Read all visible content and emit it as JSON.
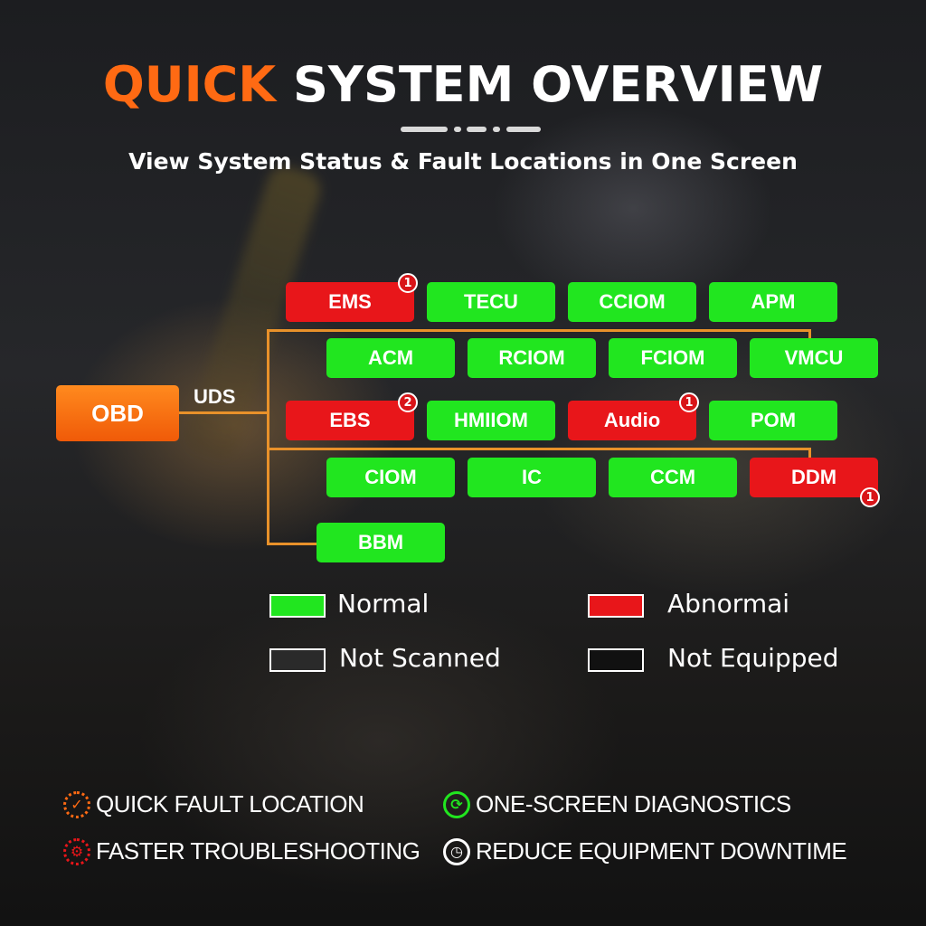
{
  "header": {
    "title_accent": "QUICK",
    "title_rest": " SYSTEM OVERVIEW",
    "subtitle": "View System Status & Fault Locations in One Screen"
  },
  "diagram": {
    "root": "OBD",
    "protocol": "UDS",
    "modules": [
      {
        "label": "EMS",
        "status": "abnormal",
        "faults": "1"
      },
      {
        "label": "TECU",
        "status": "normal"
      },
      {
        "label": "CCIOM",
        "status": "normal"
      },
      {
        "label": "APM",
        "status": "normal"
      },
      {
        "label": "ACM",
        "status": "normal"
      },
      {
        "label": "RCIOM",
        "status": "normal"
      },
      {
        "label": "FCIOM",
        "status": "normal"
      },
      {
        "label": "VMCU",
        "status": "normal"
      },
      {
        "label": "EBS",
        "status": "abnormal",
        "faults": "2"
      },
      {
        "label": "HMIIOM",
        "status": "normal"
      },
      {
        "label": "Audio",
        "status": "abnormal",
        "faults": "1"
      },
      {
        "label": "POM",
        "status": "normal"
      },
      {
        "label": "CIOM",
        "status": "normal"
      },
      {
        "label": "IC",
        "status": "normal"
      },
      {
        "label": "CCM",
        "status": "normal"
      },
      {
        "label": "DDM",
        "status": "abnormal",
        "faults": "1"
      },
      {
        "label": "BBM",
        "status": "normal"
      }
    ]
  },
  "legend": {
    "normal": {
      "label": "Normal",
      "color": "#21e61f"
    },
    "abnormal": {
      "label": "Abnormai",
      "color": "#e8161a"
    },
    "not_scanned": {
      "label": "Not Scanned",
      "color": "#2a2a2a"
    },
    "not_equipped": {
      "label": "Not Equipped",
      "color": "#111111"
    }
  },
  "features": [
    {
      "label": "QUICK FAULT LOCATION",
      "icon": "gear-check-icon",
      "color": "#ff6a13"
    },
    {
      "label": "ONE-SCREEN DIAGNOSTICS",
      "icon": "cycle-icon",
      "color": "#21e61f"
    },
    {
      "label": "FASTER TROUBLESHOOTING",
      "icon": "gear-icon",
      "color": "#e8161a"
    },
    {
      "label": "REDUCE EQUIPMENT DOWNTIME",
      "icon": "clock-gear-icon",
      "color": "#ffffff"
    }
  ]
}
